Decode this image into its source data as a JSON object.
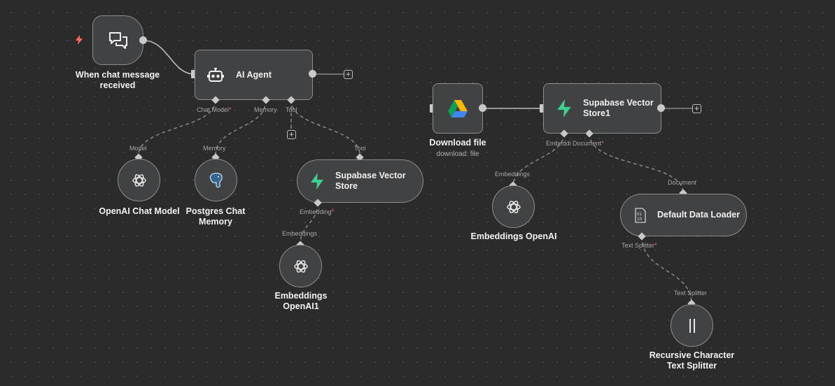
{
  "nodes": {
    "chat_trigger": {
      "label": "When chat message received"
    },
    "ai_agent": {
      "label": "AI Agent",
      "ports": {
        "chat_model": "Chat Model",
        "memory": "Memory",
        "tool": "Tool"
      }
    },
    "openai_chat_model": {
      "label": "OpenAI Chat Model",
      "port": "Model"
    },
    "postgres_memory": {
      "label": "Postgres Chat Memory",
      "port": "Memory"
    },
    "supabase_store": {
      "label": "Supabase Vector Store",
      "port_top": "Tool",
      "port_bottom": "Embedding"
    },
    "embeddings_openai1": {
      "label": "Embeddings OpenAI1",
      "port": "Embeddings"
    },
    "download_file": {
      "label": "Download file",
      "subtitle": "download: file"
    },
    "supabase_store1": {
      "label": "Supabase Vector Store1",
      "ports": {
        "embedding": "Embeddi",
        "document": "Document"
      }
    },
    "embeddings_openai": {
      "label": "Embeddings OpenAI",
      "port": "Embeddings"
    },
    "default_loader": {
      "label": "Default Data Loader",
      "port_top": "Document",
      "port_bottom": "Text Splitter"
    },
    "text_splitter": {
      "label": "Recursive Character Text Splitter",
      "port": "Text Splitter"
    }
  },
  "required_mark": "*",
  "plus_glyph": "+",
  "colors": {
    "canvas": "#2b2b2b",
    "node": "#414244",
    "border": "#8d8d8d",
    "supabase": "#3ecf8e",
    "trigger_bolt": "#ff6d5a"
  },
  "icons": [
    "lightning-bolt-icon",
    "chat-bubbles-icon",
    "robot-icon",
    "openai-icon",
    "postgres-elephant-icon",
    "supabase-icon",
    "google-drive-icon",
    "binary-file-icon",
    "text-splitter-icon"
  ]
}
